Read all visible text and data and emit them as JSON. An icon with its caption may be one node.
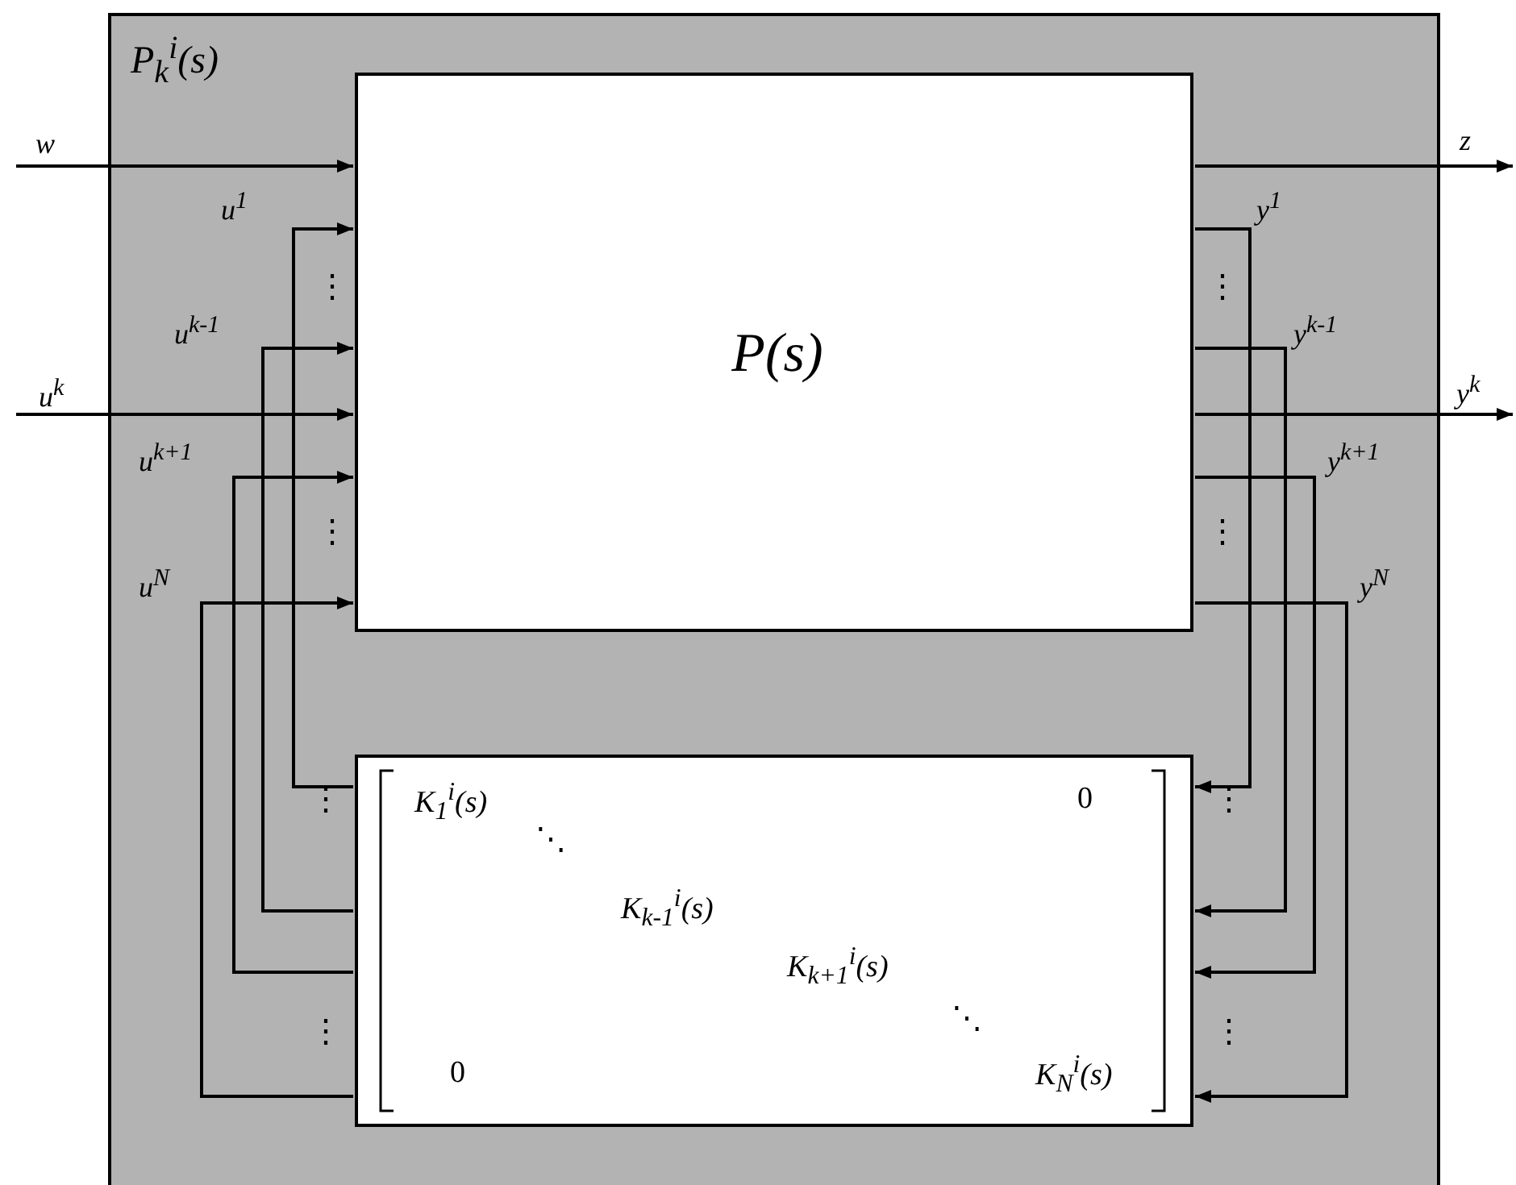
{
  "diagram": {
    "nodes": [
      {
        "text": [
          "P$_{k}$$^{i}$(s)"
        ]
      },
      {
        "text": [
          "P(s)"
        ],
        "in": 0
      },
      {
        "text": [
          "K$_{1}$$^{i}$(s)",
          "0",
          "⋱",
          "K$_{k-1}$$^{i}$(s)",
          "K$_{k+1}$$^{i}$(s)",
          "⋱",
          "0",
          "K$_{N}$$^{i}$(s)"
        ],
        "in": 0
      }
    ],
    "edges": [
      {
        "from": null,
        "to": 1,
        "arrow": "to",
        "label": "w"
      },
      {
        "from": null,
        "to": 1,
        "arrow": "to",
        "label": "u$^{k}$"
      },
      {
        "from": 1,
        "to": null,
        "arrow": "to",
        "label": "z"
      },
      {
        "from": 1,
        "to": null,
        "arrow": "to",
        "label": "y$^{k}$"
      },
      {
        "from": 2,
        "to": 1,
        "arrow": "to",
        "label": "u$^{1}$"
      },
      {
        "from": 2,
        "to": 1,
        "arrow": "to",
        "label": "u$^{k-1}$"
      },
      {
        "from": 2,
        "to": 1,
        "arrow": "to",
        "label": "u$^{k+1}$"
      },
      {
        "from": 2,
        "to": 1,
        "arrow": "to",
        "label": "u$^{N}$"
      },
      {
        "from": 1,
        "to": 2,
        "arrow": "to",
        "label": "y$^{1}$"
      },
      {
        "from": 1,
        "to": 2,
        "arrow": "to",
        "label": "y$^{k-1}$"
      },
      {
        "from": 1,
        "to": 2,
        "arrow": "to",
        "label": "y$^{k+1}$"
      },
      {
        "from": 1,
        "to": 2,
        "arrow": "to",
        "label": "y$^{N}$"
      }
    ],
    "labels": [
      "⋮",
      "⋮",
      "⋮",
      "⋮",
      "⋮",
      "⋮",
      "⋮",
      "⋮"
    ]
  }
}
